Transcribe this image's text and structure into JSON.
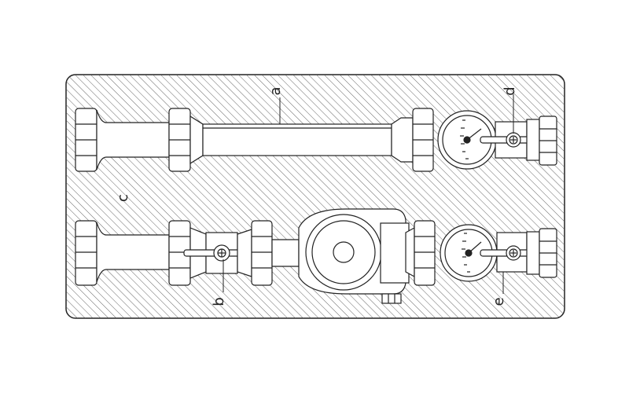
{
  "drawing": {
    "labels": {
      "a": "a",
      "b": "b",
      "c": "c",
      "d": "d",
      "e": "e"
    },
    "colors": {
      "ink": "#222222",
      "background": "#ffffff",
      "hatch": "#555555"
    }
  }
}
